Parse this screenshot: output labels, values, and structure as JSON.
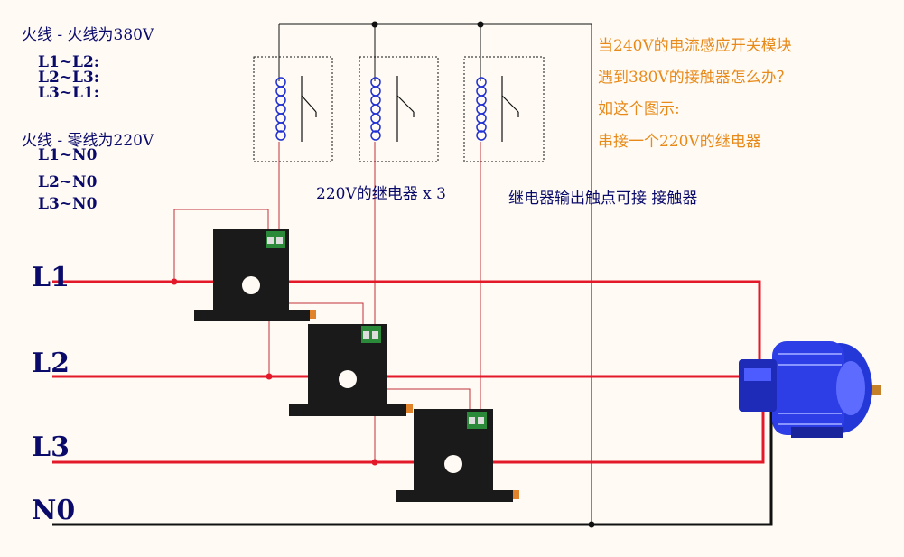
{
  "left_notes": {
    "line_to_line_title": "火线 - 火线为380V",
    "line_to_line_pairs": [
      "L1~L2:",
      "L2~L3:",
      "L3~L1:"
    ],
    "line_to_neutral_title": "火线 - 零线为220V",
    "line_to_neutral_pairs": [
      "L1~N0",
      "L2~N0",
      "L3~N0"
    ]
  },
  "line_labels": [
    "L1",
    "L2",
    "L3",
    "N0"
  ],
  "relay_caption": "220V的继电器 x 3",
  "contact_caption": "继电器输出触点可接 接触器",
  "question_notes": [
    "当240V的电流感应开关模块",
    "遇到380V的接触器怎么办？",
    "如这个图示:",
    "串接一个220V的继电器"
  ],
  "colors": {
    "background": "#fffbf4",
    "phase_wire": "#e3192a",
    "neutral_wire": "#111111",
    "text_navy": "#0a0a6b",
    "text_orange": "#e88a1a",
    "coil": "#2030d0",
    "motor": "#2d3ee6"
  },
  "icons": [
    "relay-coil-icon",
    "relay-contact-icon",
    "current-sensor-icon",
    "motor-icon",
    "terminal-block-icon"
  ]
}
